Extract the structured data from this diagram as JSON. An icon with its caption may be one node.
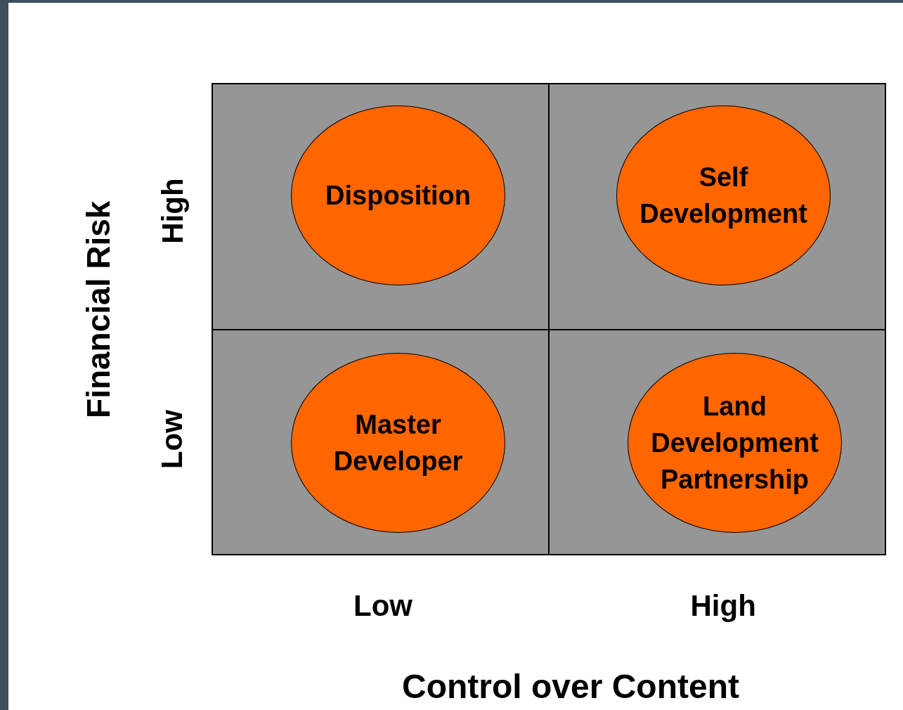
{
  "diagram": {
    "nodes": [
      {
        "text": [],
        "shape": "box"
      },
      {
        "text": [
          "Disposition"
        ],
        "in": 0
      },
      {
        "text": [],
        "shape": "box"
      },
      {
        "text": [
          "Self Development"
        ],
        "in": 2
      },
      {
        "text": [],
        "shape": "box"
      },
      {
        "text": [
          "Master Developer"
        ],
        "in": 4
      },
      {
        "text": [],
        "shape": "box"
      },
      {
        "text": [
          "Land Development Partnership"
        ],
        "in": 6
      }
    ],
    "edges": [],
    "labels": [
      "Financial Risk",
      "High",
      "Low",
      "Low",
      "High",
      "Control over Content"
    ]
  }
}
